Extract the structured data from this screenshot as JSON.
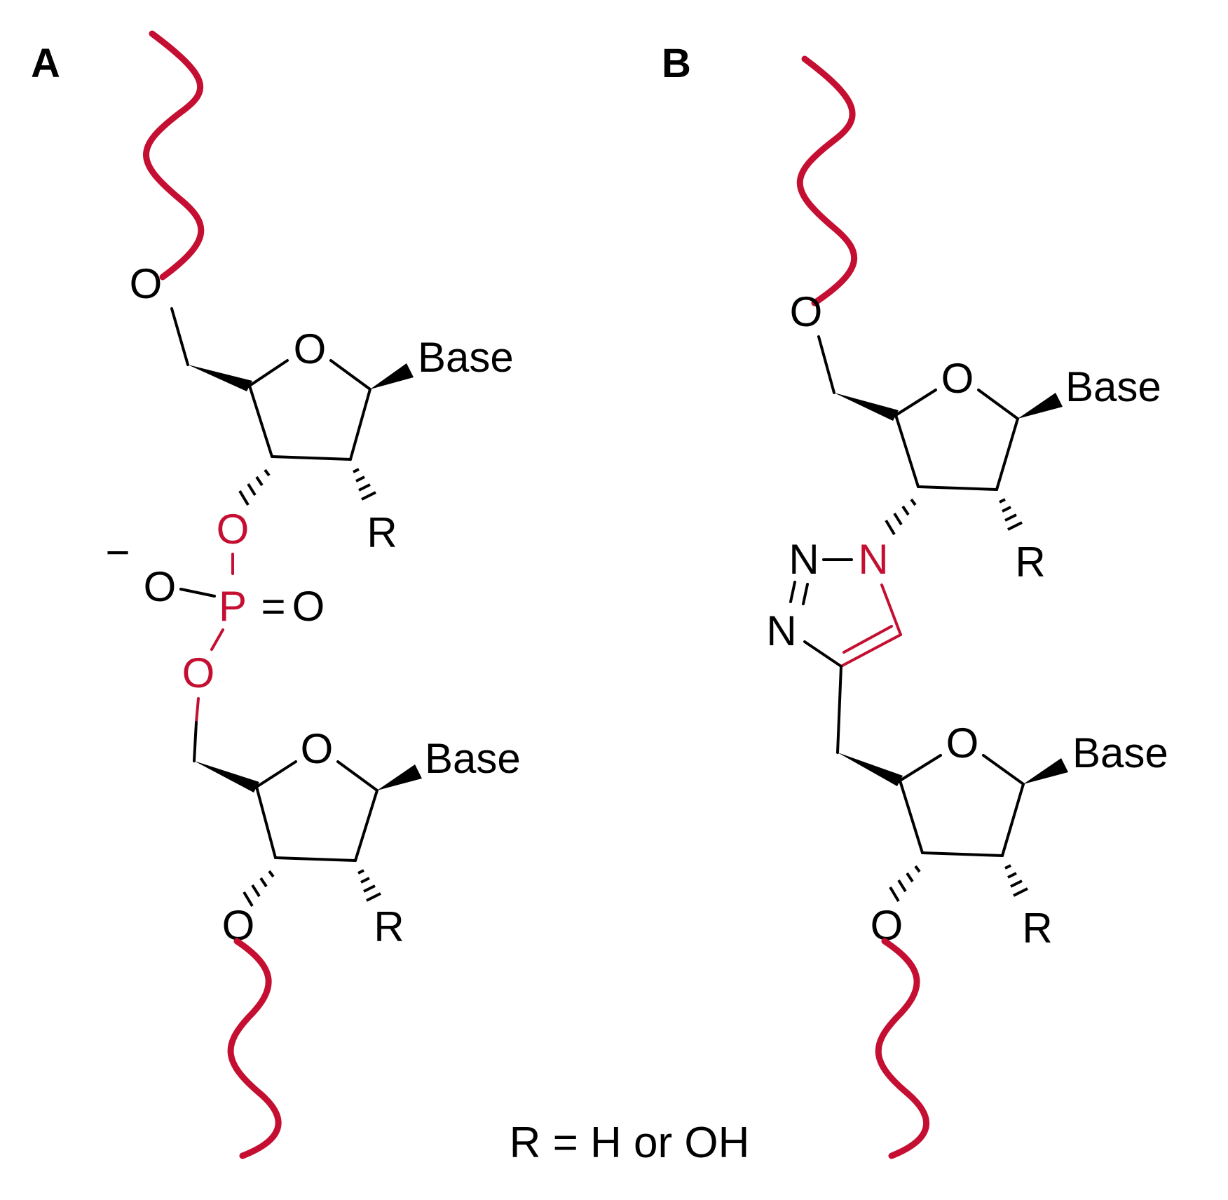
{
  "panels": {
    "a": {
      "label": "A",
      "top_sugar": {
        "ring_oxygen": "O",
        "base": "Base",
        "substituent": "R"
      },
      "linker": {
        "oxygen_5prime_chain": "O",
        "oxygen_3prime": "O",
        "oxygen_anionic": "O",
        "charge": "−",
        "phosphorus": "P",
        "double_bond": "=",
        "oxygen_double": "O",
        "oxygen_5prime": "O"
      },
      "bottom_sugar": {
        "ring_oxygen": "O",
        "base": "Base",
        "substituent": "R",
        "oxygen_3prime": "O"
      }
    },
    "b": {
      "label": "B",
      "top_sugar": {
        "oxygen_5prime_chain": "O",
        "ring_oxygen": "O",
        "base": "Base",
        "substituent": "R"
      },
      "triazole": {
        "n1": "N",
        "n2": "N",
        "n3": "N"
      },
      "bottom_sugar": {
        "ring_oxygen": "O",
        "base": "Base",
        "substituent": "R",
        "oxygen_3prime": "O"
      }
    }
  },
  "footnote": "R = H or OH",
  "colors": {
    "highlight": "#c40f32",
    "structure": "#000000",
    "background": "#ffffff"
  }
}
